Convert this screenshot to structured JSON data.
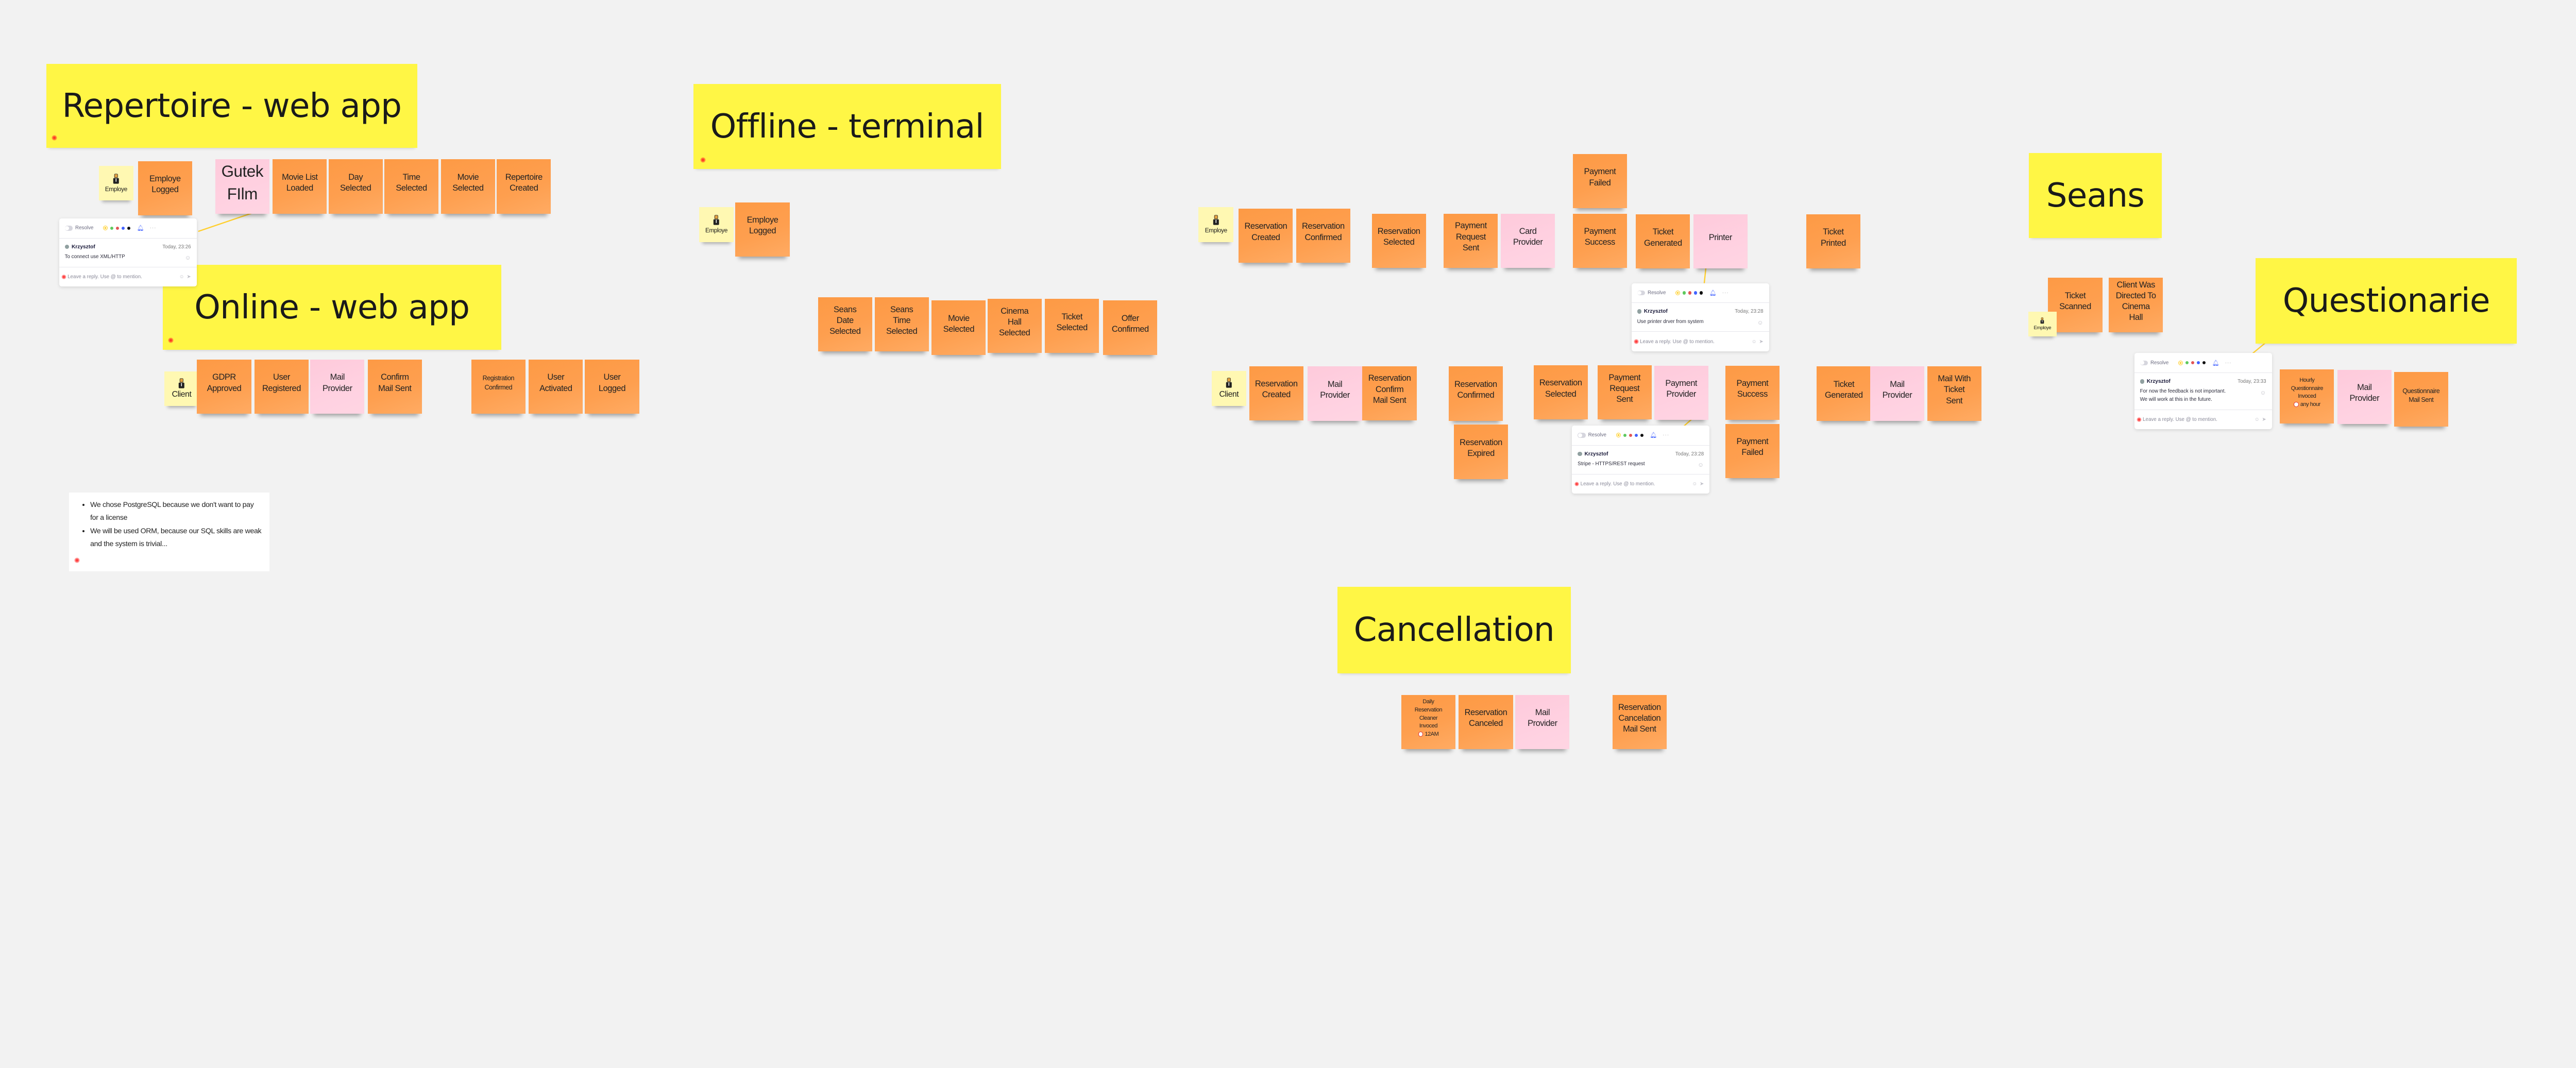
{
  "colors": {
    "background": "#f2f2f2",
    "header": "#fff645",
    "event": "#fd9e4b",
    "external_system": "#ffcfe0",
    "actor": "#fff8b2",
    "comment_accent": "#4262ff"
  },
  "repertoire": {
    "title": "Repertoire - web app",
    "actor": "Employe",
    "stickies": [
      "Employe\nLogged",
      "Gutek\nFIlm",
      "Movie List\nLoaded",
      "Day\nSelected",
      "Time\nSelected",
      "Movie\nSelected",
      "Repertoire\nCreated"
    ]
  },
  "online": {
    "title": "Online - web app",
    "actor": "Client",
    "stickies": [
      "GDPR\nApproved",
      "User\nRegistered",
      "Mail\nProvider",
      "Confirm\nMail Sent",
      "Registration\nConfirmed",
      "User\nActivated",
      "User\nLogged"
    ]
  },
  "offline": {
    "title": "Offline - terminal",
    "actor": "Employe",
    "stickies": [
      "Employe\nLogged",
      "Seans\nDate\nSelected",
      "Seans\nTime\nSelected",
      "Movie\nSelected",
      "Cinema\nHall\nSelected",
      "Ticket\nSelected",
      "Offer\nConfirmed"
    ]
  },
  "employe_flow": {
    "actor": "Employe",
    "stickies": [
      "Reservation\nCreated",
      "Reservation\nConfirmed",
      "Reservation\nSelected",
      "Payment\nRequest\nSent",
      "Card\nProvider",
      "Payment\nFailed",
      "Payment\nSuccess",
      "Ticket\nGenerated",
      "Printer",
      "Ticket\nPrinted"
    ]
  },
  "client_flow": {
    "actor": "Client",
    "stickies": [
      "Reservation\nCreated",
      "Mail\nProvider",
      "Reservation\nConfirm\nMail Sent",
      "Reservation\nConfirmed",
      "Reservation\nExpired",
      "Reservation\nSelected",
      "Payment\nRequest\nSent",
      "Payment\nProvider",
      "Payment\nSuccess",
      "Payment\nFailed",
      "Ticket\nGenerated",
      "Mail\nProvider",
      "Mail With\nTicket\nSent"
    ]
  },
  "seans": {
    "title": "Seans",
    "actor": "Employe",
    "stickies": [
      "Ticket\nScanned",
      "Client Was\nDirected To\nCinema\nHall"
    ]
  },
  "questionarie": {
    "title": "Questionarie",
    "stickies": [
      "Hourly\nQuestionnaire\nInvoced",
      "any hour",
      "Mail\nProvider",
      "Questionnaire\nMail Sent"
    ]
  },
  "cancellation": {
    "title": "Cancellation",
    "stickies": [
      "Daily\nReservation\nCleaner\nInvoced",
      "12AM",
      "Reservation\nCanceled",
      "Mail\nProvider",
      "Reservation\nCancelation\nMail Sent"
    ]
  },
  "comment_ui": {
    "resolve_label": "Resolve",
    "reply_placeholder": "Leave a reply. Use @ to mention.",
    "icons": [
      "toggle-icon",
      "bell-icon",
      "more-icon",
      "add-reaction-icon",
      "emoji-icon",
      "send-icon"
    ],
    "color_options": [
      "#ffd02f",
      "#5ec95e",
      "#e25555",
      "#4262ff",
      "#111111"
    ]
  },
  "comments": [
    {
      "author": "Krzysztof",
      "time": "Today, 23:26",
      "text": "To connect use XML/HTTP"
    },
    {
      "author": "Krzysztof",
      "time": "Today, 23:28",
      "text": "Use printer drver from system"
    },
    {
      "author": "Krzysztof",
      "time": "Today, 23:28",
      "text": "Stripe - HTTPS/REST request"
    },
    {
      "author": "Krzysztof",
      "time": "Today, 23:33",
      "text": "For now the feedback is not important.\nWe will work at this in the future."
    }
  ],
  "note": {
    "bullets": [
      "We chose PostgreSQL because we don't want to pay for a license",
      "We will be used ORM, because our SQL skills are weak and the system is trivial..."
    ]
  }
}
